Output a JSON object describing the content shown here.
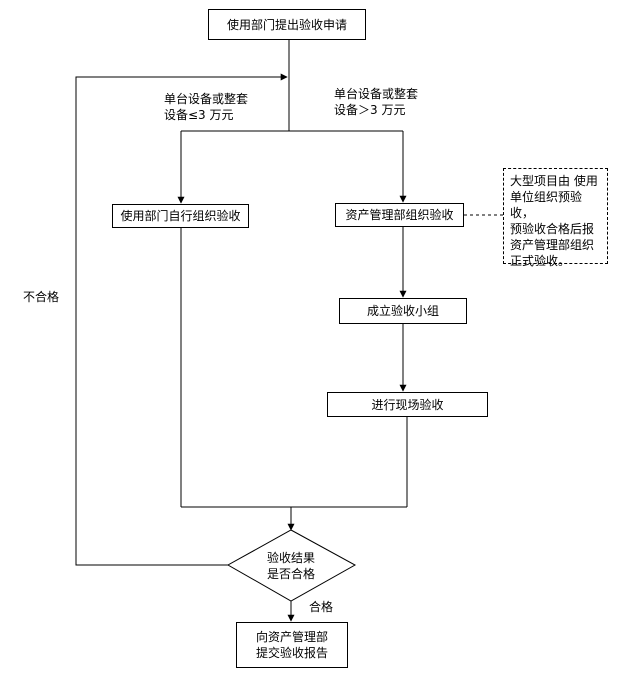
{
  "nodes": {
    "apply": "使用部门提出验收申请",
    "self_accept": "使用部门自行组织验收",
    "asset_accept": "资产管理部组织验收",
    "form_group": "成立验收小组",
    "onsite": "进行现场验收",
    "decision_line1": "验收结果",
    "decision_line2": "是否合格",
    "report_line1": "向资产管理部",
    "report_line2": "提交验收报告"
  },
  "branch_labels": {
    "left_line1": "单台设备或整套",
    "left_line2": "设备≤3 万元",
    "right_line1": "单台设备或整套",
    "right_line2": "设备＞3 万元",
    "fail": "不合格",
    "pass": "合格"
  },
  "note": {
    "line1": "大型项目由 使用",
    "line2": "单位组织预验收，",
    "line3": "预验收合格后报",
    "line4": "资产管理部组织",
    "line5": "正式验收。"
  }
}
